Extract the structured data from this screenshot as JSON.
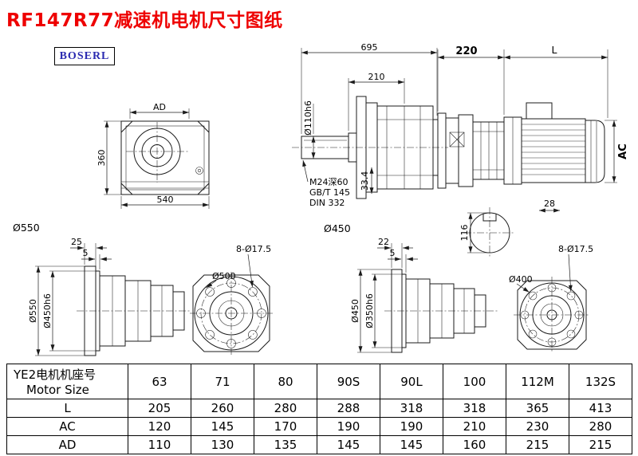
{
  "page": {
    "title": "RF147R77减速机电机尺寸图纸",
    "brand": "BOSERL"
  },
  "views": {
    "front": {
      "ad": "AD",
      "height": "360",
      "width": "540",
      "od": "Ø550"
    },
    "side": {
      "overall": "695",
      "len210": "210",
      "shaft_dia": "Ø110h6",
      "tap": "M24深60",
      "std1": "GB/T 145",
      "std2": "DIN 332",
      "dim334": "33.4",
      "od": "Ø450"
    },
    "motor": {
      "adapter_len": "220",
      "motor_len": "L",
      "ac": "AC",
      "key_w": "28",
      "shaft116": "116"
    },
    "b1": {
      "t25": "25",
      "t5": "5",
      "od": "Ø550",
      "spigot": "Ø450h6"
    },
    "b2": {
      "holes": "8-Ø17.5",
      "od": "Ø500"
    },
    "b3": {
      "t22": "22",
      "t5": "5",
      "od": "Ø450",
      "spigot": "Ø350h6"
    },
    "b4": {
      "holes": "8-Ø17.5",
      "od": "Ø400"
    }
  },
  "table": {
    "header_line1": "YE2电机机座号",
    "header_line2": "Motor Size",
    "sizes": [
      "63",
      "71",
      "80",
      "90S",
      "90L",
      "100",
      "112M",
      "132S"
    ],
    "rows": [
      {
        "label": "L",
        "values": [
          "205",
          "260",
          "280",
          "288",
          "318",
          "318",
          "365",
          "413"
        ]
      },
      {
        "label": "AC",
        "values": [
          "120",
          "145",
          "170",
          "190",
          "190",
          "210",
          "230",
          "280"
        ]
      },
      {
        "label": "AD",
        "values": [
          "110",
          "130",
          "135",
          "145",
          "145",
          "160",
          "215",
          "215"
        ]
      }
    ]
  }
}
